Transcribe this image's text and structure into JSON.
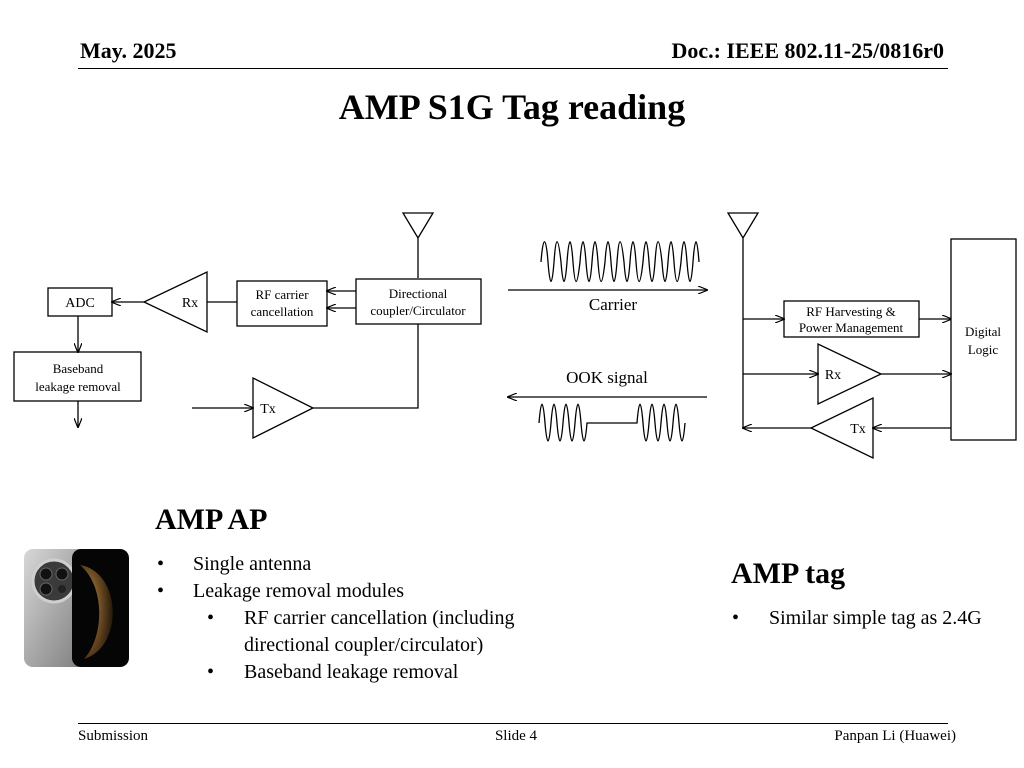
{
  "header": {
    "date": "May. 2025",
    "doc": "Doc.: IEEE 802.11-25/0816r0"
  },
  "title": "AMP S1G Tag reading",
  "diagram": {
    "adc": "ADC",
    "rx_ap": "Rx",
    "rf_cancel": [
      "RF carrier",
      "cancellation"
    ],
    "coupler": [
      "Directional",
      "coupler/Circulator"
    ],
    "baseband": [
      "Baseband",
      "leakage removal"
    ],
    "tx_ap": "Tx",
    "carrier": "Carrier",
    "ook": "OOK signal",
    "rf_harvest": [
      "RF Harvesting &",
      "Power Management"
    ],
    "rx_tag": "Rx",
    "tx_tag": "Tx",
    "digital": [
      "Digital",
      "Logic"
    ]
  },
  "ap": {
    "heading": "AMP AP",
    "bullets": [
      "Single antenna",
      "Leakage removal modules"
    ],
    "sub_bullets": [
      "RF carrier cancellation (including",
      "directional coupler/circulator)",
      "Baseband leakage removal"
    ]
  },
  "tag": {
    "heading": "AMP tag",
    "bullets": [
      "Similar simple tag as 2.4G"
    ]
  },
  "footer": {
    "left": "Submission",
    "center": "Slide 4",
    "right": "Panpan Li (Huawei)"
  }
}
